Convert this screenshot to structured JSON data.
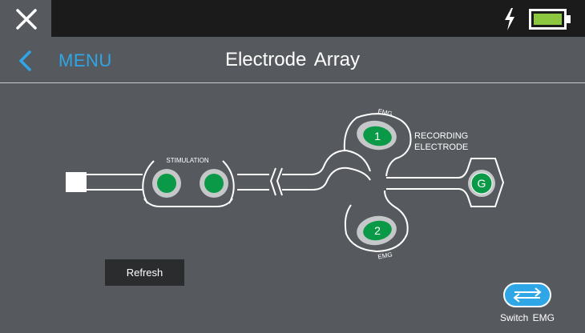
{
  "header": {
    "title": "Electrode Array",
    "menu_label": "MENU"
  },
  "status": {
    "charging_icon": "lightning-icon",
    "battery_icon": "battery-icon",
    "battery_color": "#8dc63f"
  },
  "diagram": {
    "stimulation_label": "STIMULATION",
    "emg_top_label": "EMG",
    "emg_bottom_label": "EMG",
    "recording_label_line1": "RECORDING",
    "recording_label_line2": "ELECTRODE",
    "electrode_1": "1",
    "electrode_2": "2",
    "electrode_g": "G",
    "electrode_color": "#0a9a47"
  },
  "actions": {
    "refresh_label": "Refresh",
    "switch_label": "Switch EMG"
  },
  "colors": {
    "accent": "#2fa6e6",
    "background": "#56595e"
  }
}
